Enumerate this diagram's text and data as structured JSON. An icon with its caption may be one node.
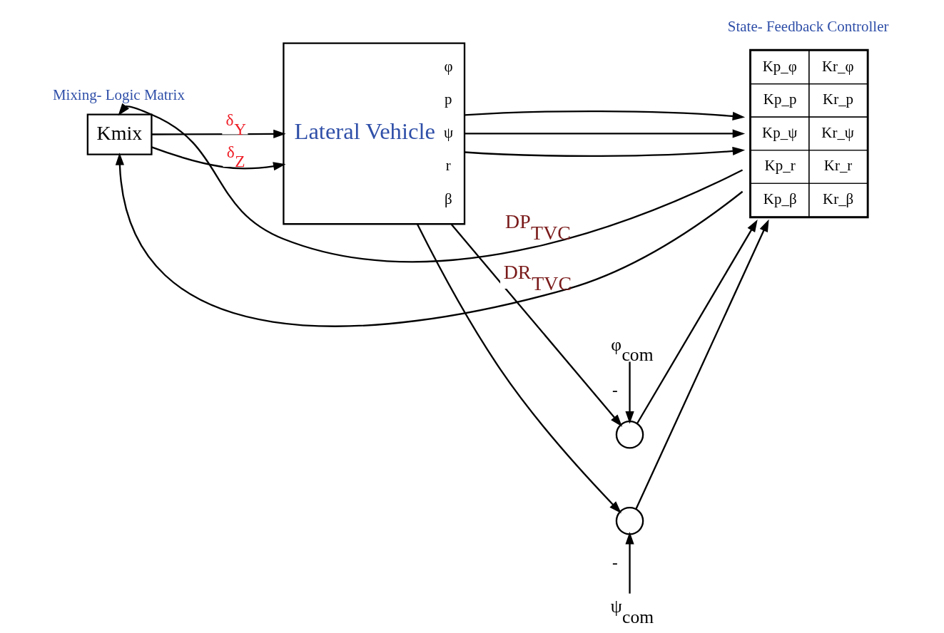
{
  "diagram": {
    "nodes": [
      {
        "text": [
          "Kmix"
        ],
        "beside": [
          "Mixing- Logic Matrix"
        ]
      },
      {
        "text": [
          "Lateral Vehicle",
          "φ",
          "p",
          "ψ",
          "r",
          "β"
        ]
      },
      {
        "text": [
          "φ$_{com}$"
        ]
      },
      {
        "text": [],
        "shape": "circle"
      },
      {
        "text": [],
        "shape": "circle"
      },
      {
        "text": [
          "ψ$_{com}$"
        ]
      },
      {
        "text": [
          "Kp_φ",
          "Kr_φ",
          "Kp_p",
          "Kr_p",
          "Kp_ψ",
          "Kr_ψ",
          "Kp_r",
          "Kr_r",
          "Kp_β",
          "Kr_β"
        ],
        "beside": [
          "State- Feedback Controller"
        ]
      }
    ],
    "edges": [
      {
        "from": 0,
        "to": 1,
        "arrow": "to",
        "label": "δ$_{Y}$"
      },
      {
        "from": 0,
        "to": 1,
        "arrow": "to",
        "label": "δ$_{Z}$"
      },
      {
        "from": 1,
        "to": 3,
        "arrow": "to"
      },
      {
        "from": 2,
        "to": 3,
        "arrow": "to",
        "label": "-"
      },
      {
        "from": 3,
        "to": 6,
        "arrow": "to"
      },
      {
        "from": 1,
        "to": 6,
        "arrow": "to"
      },
      {
        "from": 1,
        "to": 4,
        "arrow": "to"
      },
      {
        "from": 5,
        "to": 4,
        "arrow": "to",
        "label": "-"
      },
      {
        "from": 4,
        "to": 6,
        "arrow": "to"
      },
      {
        "from": 1,
        "to": 6,
        "arrow": "to"
      },
      {
        "from": 1,
        "to": 6,
        "arrow": "to"
      },
      {
        "from": 6,
        "to": 0,
        "arrow": "to",
        "label": "DP$_{TVC}$"
      },
      {
        "from": 6,
        "to": 0,
        "arrow": "to",
        "label": "DR$_{TVC}$"
      }
    ]
  }
}
